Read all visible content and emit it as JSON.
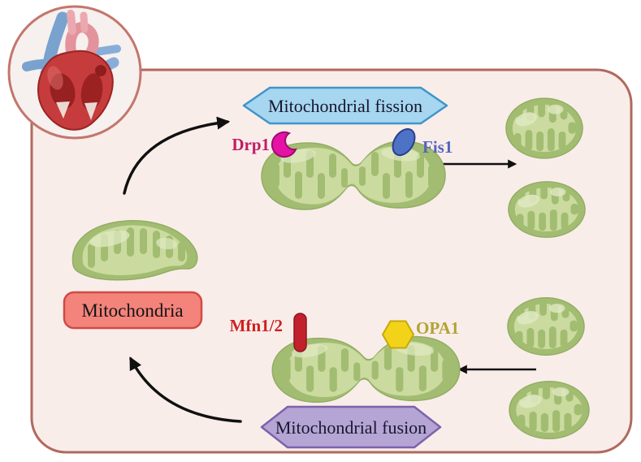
{
  "palette": {
    "canvas_bg": "#ffffff",
    "panel_fill": "#f9edea",
    "panel_border": "#b06a5e",
    "arrow_color": "#101010",
    "mito_body_green": "#a2bd71",
    "mito_rim_green": "#93ad62",
    "mito_inner_green": "#cbdb9f",
    "mito_highlight_green": "#e0e9c3",
    "label_text_dark": "#17172e"
  },
  "heart_badge": {
    "circle_fill": "#f6f0ee",
    "circle_border": "#c3766c"
  },
  "fission_pathway": {
    "banner": {
      "label": "Mitochondrial fission",
      "fill": "#a6d6f0",
      "border": "#4095c8"
    },
    "drp1": {
      "label": "Drp1",
      "label_color": "#bf1d67",
      "marker": "crescent",
      "marker_fill": "#e512a5",
      "marker_border": "#9c0b6e"
    },
    "fis1": {
      "label": "Fis1",
      "label_color": "#5565bd",
      "marker": "ellipse",
      "marker_fill": "#4d72c6",
      "marker_border": "#2a3f8f"
    }
  },
  "fusion_pathway": {
    "banner": {
      "label": "Mitochondrial fusion",
      "fill": "#b5a5d5",
      "border": "#7e62ab"
    },
    "mfn12": {
      "label": "Mfn1/2",
      "label_color": "#ce2121",
      "marker": "rod",
      "marker_fill": "#c2202c",
      "marker_border": "#8e1620"
    },
    "opa1": {
      "label": "OPA1",
      "label_color": "#b2a233",
      "marker": "hexagon",
      "marker_fill": "#f3d319",
      "marker_border": "#c4a90a"
    }
  },
  "mitochondria_box": {
    "label": "Mitochondria",
    "fill": "#f3837b",
    "border": "#d04b43"
  }
}
